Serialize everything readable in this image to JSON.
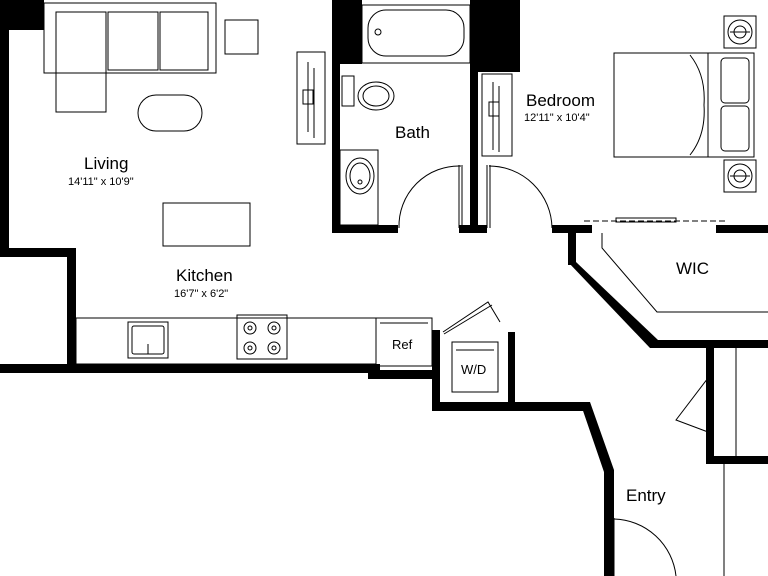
{
  "rooms": {
    "living": {
      "name": "Living",
      "dims": "14'11\" x 10'9\""
    },
    "kitchen": {
      "name": "Kitchen",
      "dims": "16'7\" x 6'2\""
    },
    "bath": {
      "name": "Bath"
    },
    "bedroom": {
      "name": "Bedroom",
      "dims": "12'11\" x 10'4\""
    },
    "wic": {
      "name": "WIC"
    },
    "entry": {
      "name": "Entry"
    }
  },
  "fixtures": {
    "ref": "Ref",
    "washer_dryer": "W/D"
  },
  "colors": {
    "wall": "#000000",
    "line": "#000000",
    "background": "#ffffff"
  }
}
